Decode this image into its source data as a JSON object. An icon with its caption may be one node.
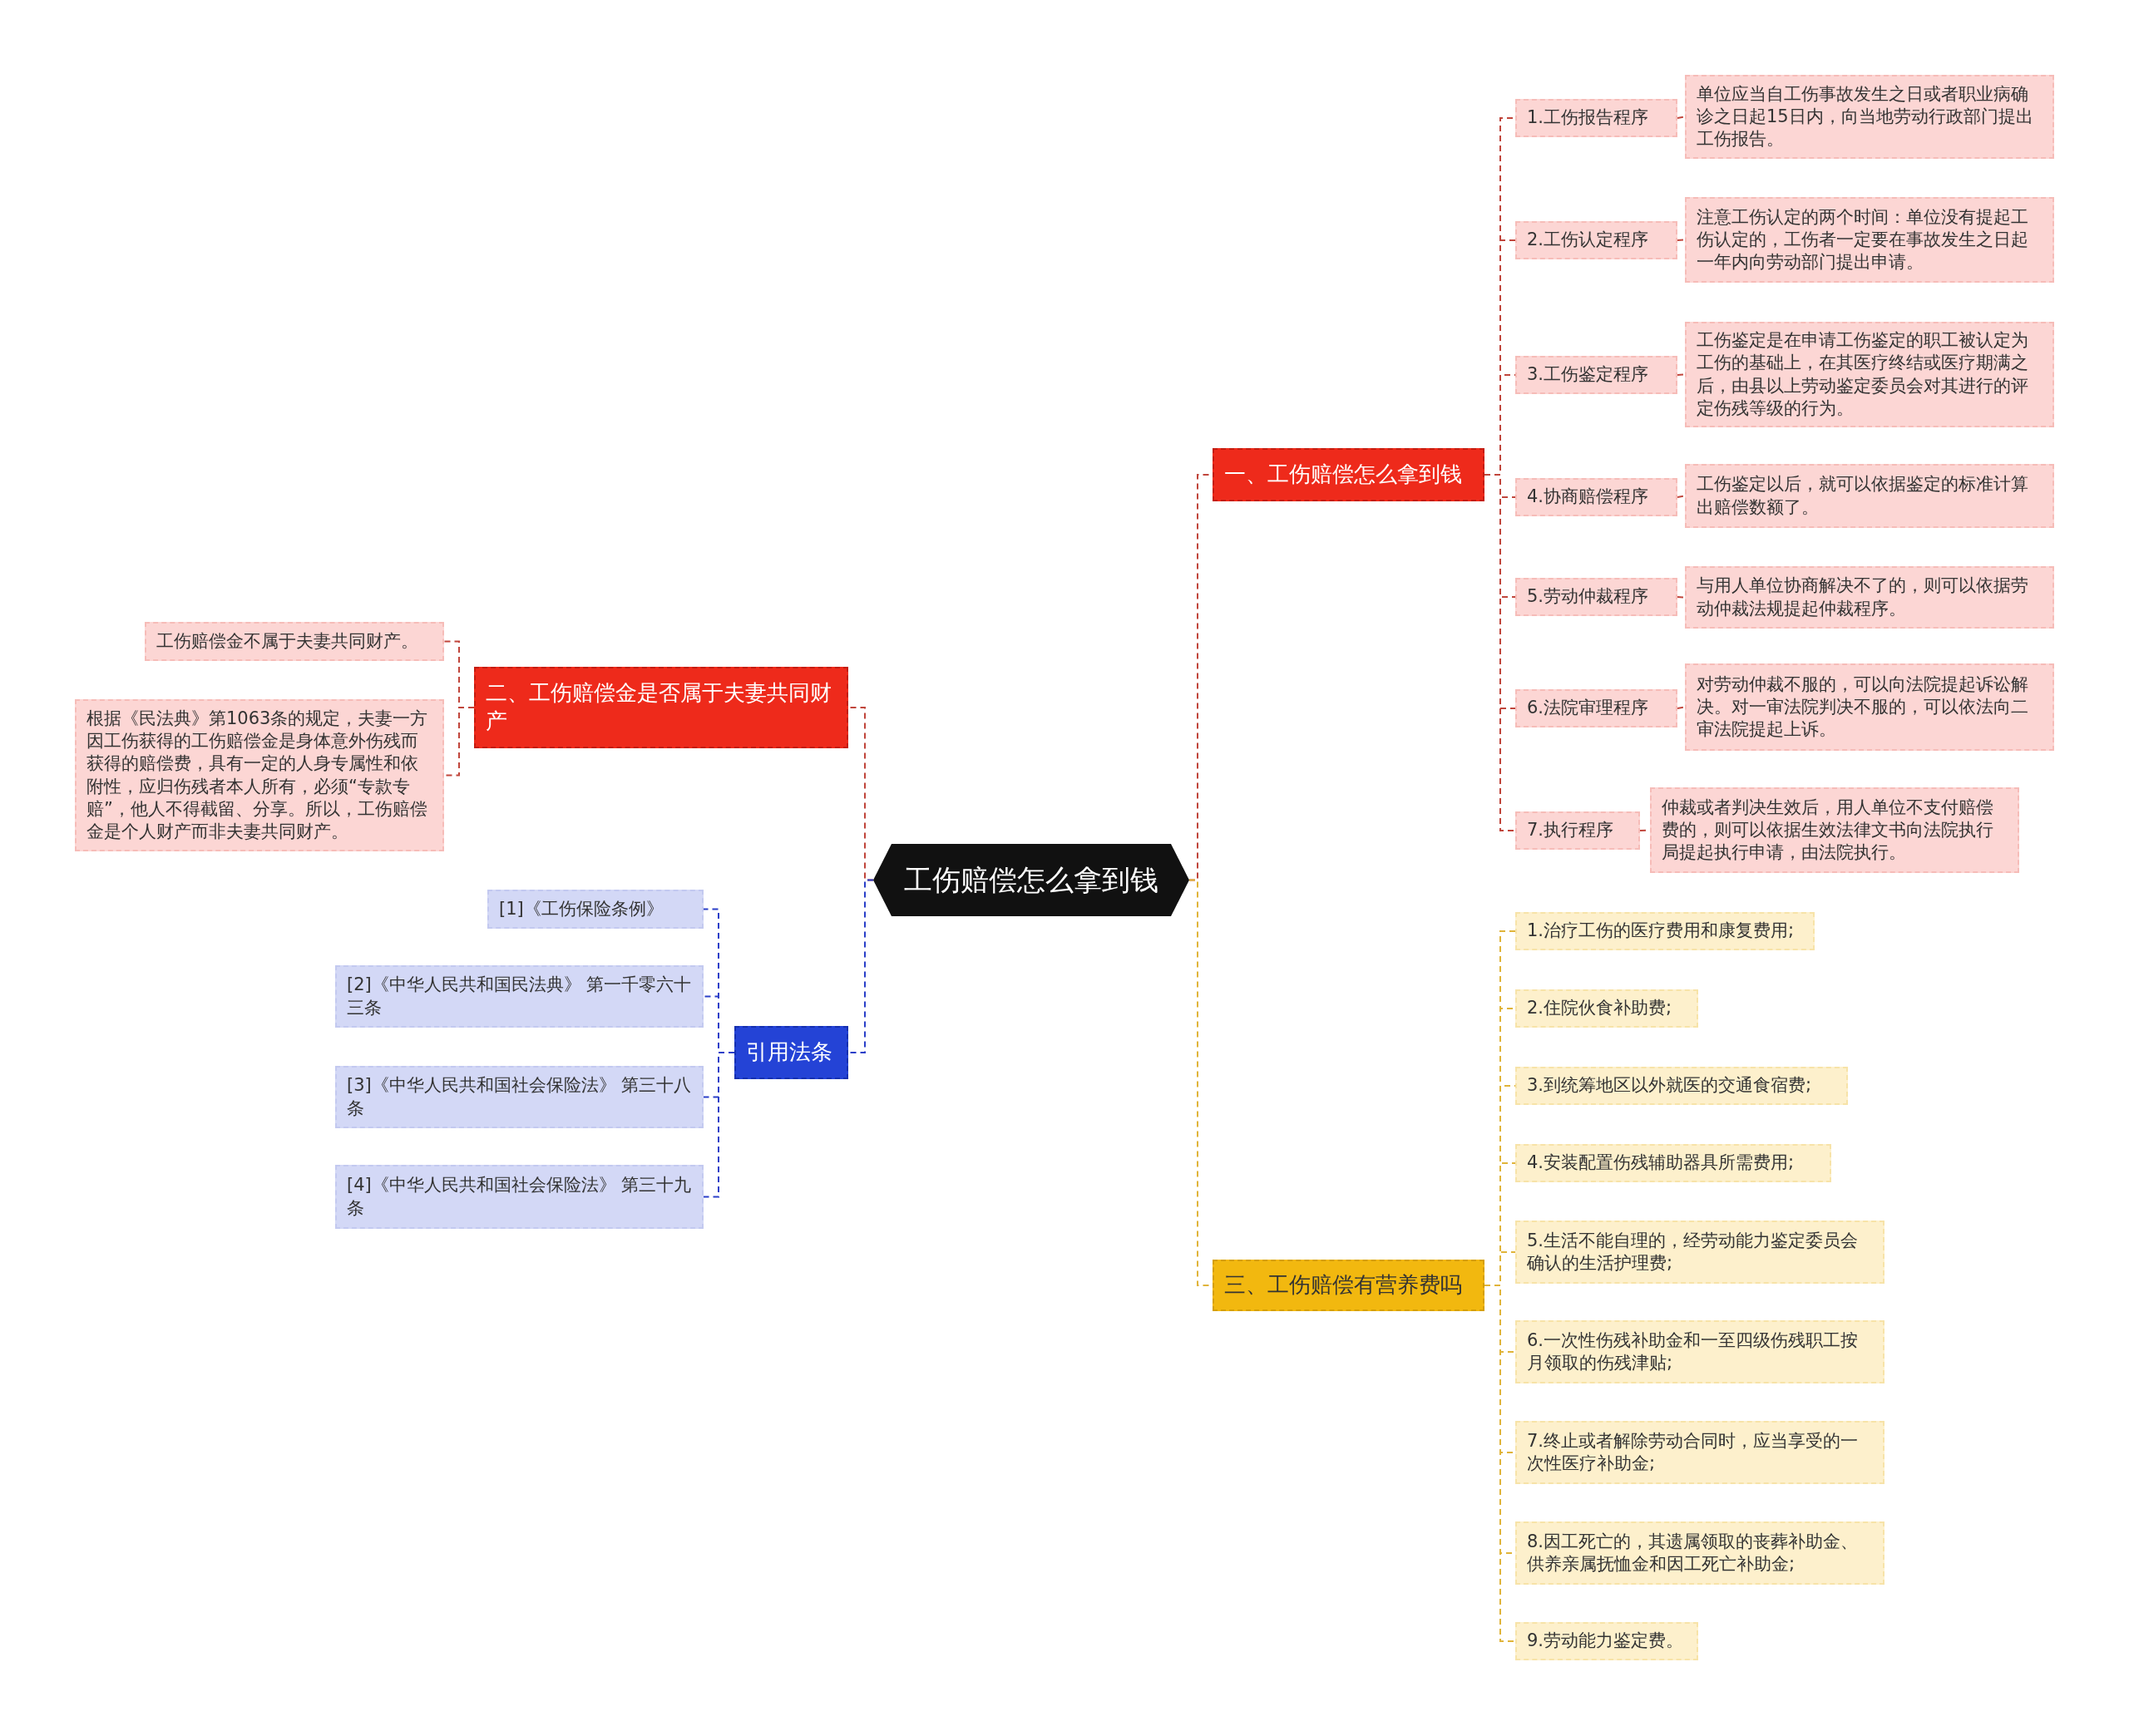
{
  "diagram": {
    "nodes": [
      {
        "text": [
          "工伤赔偿怎么拿到钱"
        ]
      },
      {
        "text": [
          "一、工伤赔偿怎么拿到钱"
        ]
      },
      {
        "text": [
          "1.工伤报告程序"
        ]
      },
      {
        "text": [
          "单位应当自工伤事故发生之日或者职业病确诊之日起15日内，向当地劳动行政部门提出工伤报告。"
        ]
      },
      {
        "text": [
          "2.工伤认定程序"
        ]
      },
      {
        "text": [
          "注意工伤认定的两个时间：单位没有提起工伤认定的，工伤者一定要在事故发生之日起一年内向劳动部门提出申请。"
        ]
      },
      {
        "text": [
          "3.工伤鉴定程序"
        ]
      },
      {
        "text": [
          "工伤鉴定是在申请工伤鉴定的职工被认定为工伤的基础上，在其医疗终结或医疗期满之后，由县以上劳动鉴定委员会对其进行的评定伤残等级的行为。"
        ]
      },
      {
        "text": [
          "4.协商赔偿程序"
        ]
      },
      {
        "text": [
          "工伤鉴定以后，就可以依据鉴定的标准计算出赔偿数额了。"
        ]
      },
      {
        "text": [
          "5.劳动仲裁程序"
        ]
      },
      {
        "text": [
          "与用人单位协商解决不了的，则可以依据劳动仲裁法规提起仲裁程序。"
        ]
      },
      {
        "text": [
          "6.法院审理程序"
        ]
      },
      {
        "text": [
          "对劳动仲裁不服的，可以向法院提起诉讼解决。对一审法院判决不服的，可以依法向二审法院提起上诉。"
        ]
      },
      {
        "text": [
          "7.执行程序"
        ]
      },
      {
        "text": [
          "仲裁或者判决生效后，用人单位不支付赔偿费的，则可以依据生效法律文书向法院执行局提起执行申请，由法院执行。"
        ]
      },
      {
        "text": [
          "二、工伤赔偿金是否属于夫妻共同财产"
        ]
      },
      {
        "text": [
          "工伤赔偿金不属于夫妻共同财产。"
        ]
      },
      {
        "text": [
          "根据《民法典》第1063条的规定，夫妻一方因工伤获得的工伤赔偿金是身体意外伤残而获得的赔偿费，具有一定的人身专属性和依附性，应归伤残者本人所有，必须“专款专赔”，他人不得截留、分享。所以，工伤赔偿金是个人财产而非夫妻共同财产。"
        ]
      },
      {
        "text": [
          "引用法条"
        ]
      },
      {
        "text": [
          "[1]《工伤保险条例》"
        ]
      },
      {
        "text": [
          "[2]《中华人民共和国民法典》 第一千零六十三条"
        ]
      },
      {
        "text": [
          "[3]《中华人民共和国社会保险法》 第三十八条"
        ]
      },
      {
        "text": [
          "[4]《中华人民共和国社会保险法》 第三十九条"
        ]
      },
      {
        "text": [
          "三、工伤赔偿有营养费吗"
        ]
      },
      {
        "text": [
          "1.治疗工伤的医疗费用和康复费用;"
        ]
      },
      {
        "text": [
          "2.住院伙食补助费;"
        ]
      },
      {
        "text": [
          "3.到统筹地区以外就医的交通食宿费;"
        ]
      },
      {
        "text": [
          "4.安装配置伤残辅助器具所需费用;"
        ]
      },
      {
        "text": [
          "5.生活不能自理的，经劳动能力鉴定委员会确认的生活护理费;"
        ]
      },
      {
        "text": [
          "6.一次性伤残补助金和一至四级伤残职工按月领取的伤残津贴;"
        ]
      },
      {
        "text": [
          "7.终止或者解除劳动合同时，应当享受的一次性医疗补助金;"
        ]
      },
      {
        "text": [
          "8.因工死亡的，其遗属领取的丧葬补助金、供养亲属抚恤金和因工死亡补助金;"
        ]
      },
      {
        "text": [
          "9.劳动能力鉴定费。"
        ]
      }
    ],
    "edges": [
      {
        "from": 0,
        "to": 1,
        "arrow": "none",
        "style": "dashed"
      },
      {
        "from": 1,
        "to": 2,
        "arrow": "none",
        "style": "dashed"
      },
      {
        "from": 2,
        "to": 3,
        "arrow": "none",
        "style": "dashed"
      },
      {
        "from": 1,
        "to": 4,
        "arrow": "none",
        "style": "dashed"
      },
      {
        "from": 4,
        "to": 5,
        "arrow": "none",
        "style": "dashed"
      },
      {
        "from": 1,
        "to": 6,
        "arrow": "none",
        "style": "dashed"
      },
      {
        "from": 6,
        "to": 7,
        "arrow": "none",
        "style": "dashed"
      },
      {
        "from": 1,
        "to": 8,
        "arrow": "none",
        "style": "dashed"
      },
      {
        "from": 8,
        "to": 9,
        "arrow": "none",
        "style": "dashed"
      },
      {
        "from": 1,
        "to": 10,
        "arrow": "none",
        "style": "dashed"
      },
      {
        "from": 10,
        "to": 11,
        "arrow": "none",
        "style": "dashed"
      },
      {
        "from": 1,
        "to": 12,
        "arrow": "none",
        "style": "dashed"
      },
      {
        "from": 12,
        "to": 13,
        "arrow": "none",
        "style": "dashed"
      },
      {
        "from": 1,
        "to": 14,
        "arrow": "none",
        "style": "dashed"
      },
      {
        "from": 14,
        "to": 15,
        "arrow": "none",
        "style": "dashed"
      },
      {
        "from": 0,
        "to": 16,
        "arrow": "none",
        "style": "dashed"
      },
      {
        "from": 16,
        "to": 17,
        "arrow": "none",
        "style": "dashed"
      },
      {
        "from": 16,
        "to": 18,
        "arrow": "none",
        "style": "dashed"
      },
      {
        "from": 0,
        "to": 19,
        "arrow": "none",
        "style": "dashed",
        "color": "#2a3fc8"
      },
      {
        "from": 19,
        "to": 20,
        "arrow": "none",
        "style": "dashed",
        "color": "#2a3fc8"
      },
      {
        "from": 19,
        "to": 21,
        "arrow": "none",
        "style": "dashed",
        "color": "#2a3fc8"
      },
      {
        "from": 19,
        "to": 22,
        "arrow": "none",
        "style": "dashed",
        "color": "#2a3fc8"
      },
      {
        "from": 19,
        "to": 23,
        "arrow": "none",
        "style": "dashed",
        "color": "#2a3fc8"
      },
      {
        "from": 0,
        "to": 24,
        "arrow": "none",
        "style": "dashed",
        "color": "#e0b43a"
      },
      {
        "from": 24,
        "to": 25,
        "arrow": "none",
        "style": "dashed",
        "color": "#e0b43a"
      },
      {
        "from": 24,
        "to": 26,
        "arrow": "none",
        "style": "dashed",
        "color": "#e0b43a"
      },
      {
        "from": 24,
        "to": 27,
        "arrow": "none",
        "style": "dashed",
        "color": "#e0b43a"
      },
      {
        "from": 24,
        "to": 28,
        "arrow": "none",
        "style": "dashed",
        "color": "#e0b43a"
      },
      {
        "from": 24,
        "to": 29,
        "arrow": "none",
        "style": "dashed",
        "color": "#e0b43a"
      },
      {
        "from": 24,
        "to": 30,
        "arrow": "none",
        "style": "dashed",
        "color": "#e0b43a"
      },
      {
        "from": 24,
        "to": 31,
        "arrow": "none",
        "style": "dashed",
        "color": "#e0b43a"
      },
      {
        "from": 24,
        "to": 32,
        "arrow": "none",
        "style": "dashed",
        "color": "#e0b43a"
      },
      {
        "from": 24,
        "to": 33,
        "arrow": "none",
        "style": "dashed",
        "color": "#e0b43a"
      }
    ]
  }
}
